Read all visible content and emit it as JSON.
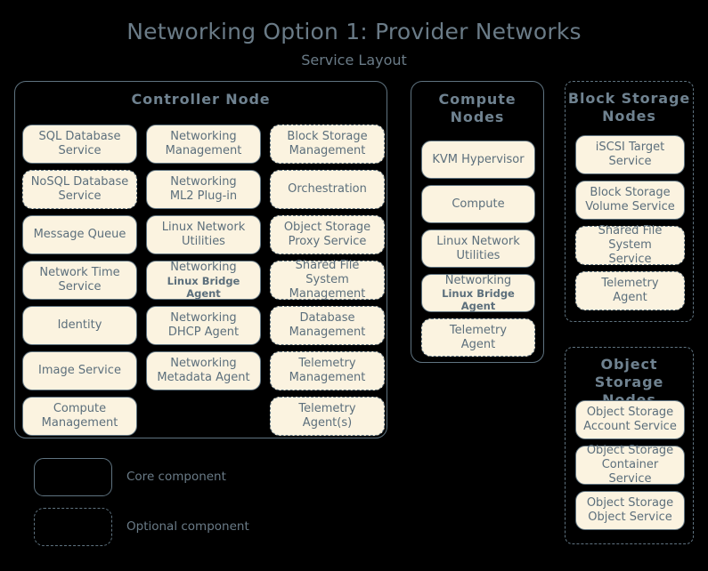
{
  "header": {
    "title": "Networking Option 1: Provider Networks",
    "subtitle": "Service Layout"
  },
  "groups": {
    "controller": {
      "title": "Controller Node",
      "optional_group": false,
      "columns": [
        {
          "name": "column-1",
          "items": [
            {
              "line1": "SQL Database",
              "line2": "Service",
              "optional": false
            },
            {
              "line1": "NoSQL Database",
              "line2": "Service",
              "optional": true
            },
            {
              "line1": "Message Queue",
              "line2": "",
              "optional": false
            },
            {
              "line1": "Network Time",
              "line2": "Service",
              "optional": false
            },
            {
              "line1": "Identity",
              "line2": "",
              "optional": false
            },
            {
              "line1": "Image Service",
              "line2": "",
              "optional": false
            },
            {
              "line1": "Compute",
              "line2": "Management",
              "optional": false
            }
          ]
        },
        {
          "name": "column-2",
          "items": [
            {
              "line1": "Networking",
              "line2": "Management",
              "optional": false
            },
            {
              "line1": "Networking",
              "line2": "ML2 Plug-in",
              "optional": false
            },
            {
              "line1": "Linux Network",
              "line2": "Utilities",
              "optional": false
            },
            {
              "line1": "Networking",
              "line2": "Linux Bridge Agent",
              "optional": false,
              "small_line2": true
            },
            {
              "line1": "Networking",
              "line2": "DHCP Agent",
              "optional": false
            },
            {
              "line1": "Networking",
              "line2": "Metadata Agent",
              "optional": false
            }
          ]
        },
        {
          "name": "column-3",
          "items": [
            {
              "line1": "Block Storage",
              "line2": "Management",
              "optional": true
            },
            {
              "line1": "Orchestration",
              "line2": "",
              "optional": true
            },
            {
              "line1": "Object Storage",
              "line2": "Proxy Service",
              "optional": true
            },
            {
              "line1": "Shared File System",
              "line2": "Management",
              "optional": true
            },
            {
              "line1": "Database",
              "line2": "Management",
              "optional": true
            },
            {
              "line1": "Telemetry",
              "line2": "Management",
              "optional": true
            },
            {
              "line1": "Telemetry",
              "line2": "Agent(s)",
              "optional": true
            }
          ]
        }
      ]
    },
    "compute": {
      "title": "Compute\nNodes",
      "title_line1": "Compute",
      "title_line2": "Nodes",
      "optional_group": false,
      "items": [
        {
          "line1": "KVM Hypervisor",
          "line2": "",
          "optional": false
        },
        {
          "line1": "Compute",
          "line2": "",
          "optional": false
        },
        {
          "line1": "Linux Network",
          "line2": "Utilities",
          "optional": false
        },
        {
          "line1": "Networking",
          "line2": "Linux Bridge Agent",
          "optional": false,
          "small_line2": true
        },
        {
          "line1": "Telemetry",
          "line2": "Agent",
          "optional": true
        }
      ]
    },
    "block_storage": {
      "title_line1": "Block Storage",
      "title_line2": "Nodes",
      "optional_group": true,
      "items": [
        {
          "line1": "iSCSI Target",
          "line2": "Service",
          "optional": false
        },
        {
          "line1": "Block Storage",
          "line2": "Volume Service",
          "optional": false
        },
        {
          "line1": "Shared File System",
          "line2": "Service",
          "optional": true
        },
        {
          "line1": "Telemetry",
          "line2": "Agent",
          "optional": true
        }
      ]
    },
    "object_storage": {
      "title_line1": "Object",
      "title_line2": "Storage Nodes",
      "optional_group": true,
      "items": [
        {
          "line1": "Object Storage",
          "line2": "Account Service",
          "optional": false
        },
        {
          "line1": "Object Storage",
          "line2": "Container Service",
          "optional": false
        },
        {
          "line1": "Object Storage",
          "line2": "Object Service",
          "optional": false
        }
      ]
    }
  },
  "legend": {
    "core_label": "Core component",
    "optional_label": "Optional component"
  },
  "colors": {
    "background": "#000000",
    "box_fill": "#fbf3e0",
    "border": "#5f7380",
    "text": "#6a7b87"
  }
}
